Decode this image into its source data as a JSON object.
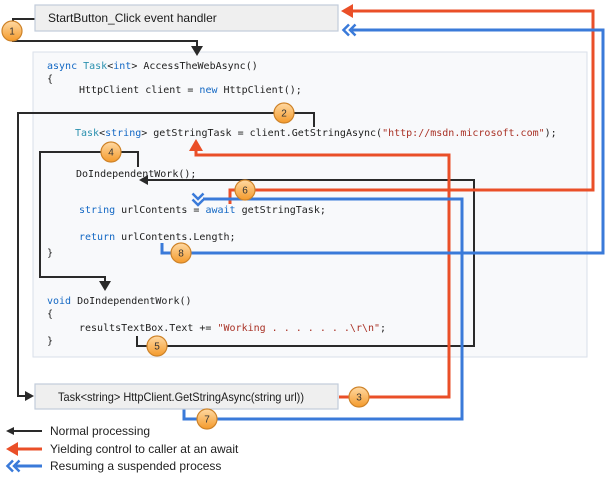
{
  "title": "Control flow in an async program diagram",
  "boxes": {
    "start": {
      "label": "StartButton_Click event handler"
    },
    "getstring": {
      "label": "Task<string> HttpClient.GetStringAsync(string url))"
    }
  },
  "steps": [
    "1",
    "2",
    "3",
    "4",
    "5",
    "6",
    "7",
    "8"
  ],
  "code": {
    "lines": [
      {
        "tokens": [
          {
            "t": "async ",
            "c": "kw"
          },
          {
            "t": "Task",
            "c": "ty"
          },
          {
            "t": "<",
            "c": "pl"
          },
          {
            "t": "int",
            "c": "kw"
          },
          {
            "t": "> AccessTheWebAsync()",
            "c": "pl"
          }
        ]
      },
      {
        "tokens": [
          {
            "t": "{",
            "c": "pl"
          }
        ]
      },
      {
        "tokens": [
          {
            "t": "HttpClient client = ",
            "c": "pl"
          },
          {
            "t": "new",
            "c": "kw"
          },
          {
            "t": " HttpClient();",
            "c": "pl"
          }
        ]
      },
      {
        "tokens": [
          {
            "t": "Task",
            "c": "ty"
          },
          {
            "t": "<",
            "c": "pl"
          },
          {
            "t": "string",
            "c": "kw"
          },
          {
            "t": "> getStringTask = client.GetStringAsync(",
            "c": "pl"
          },
          {
            "t": "\"http://msdn.microsoft.com\"",
            "c": "st"
          },
          {
            "t": ");",
            "c": "pl"
          }
        ]
      },
      {
        "tokens": [
          {
            "t": "DoIndependentWork();",
            "c": "pl"
          }
        ]
      },
      {
        "tokens": [
          {
            "t": "string",
            "c": "kw"
          },
          {
            "t": " urlContents = ",
            "c": "pl"
          },
          {
            "t": "await",
            "c": "kw"
          },
          {
            "t": " getStringTask;",
            "c": "pl"
          }
        ]
      },
      {
        "tokens": [
          {
            "t": "return",
            "c": "kw"
          },
          {
            "t": " urlContents.Length;",
            "c": "pl"
          }
        ]
      },
      {
        "tokens": [
          {
            "t": "}",
            "c": "pl"
          }
        ]
      },
      {
        "tokens": [
          {
            "t": "void",
            "c": "kw"
          },
          {
            "t": " DoIndependentWork()",
            "c": "pl"
          }
        ]
      },
      {
        "tokens": [
          {
            "t": "{",
            "c": "pl"
          }
        ]
      },
      {
        "tokens": [
          {
            "t": "resultsTextBox.Text += ",
            "c": "pl"
          },
          {
            "t": "\"Working . . . . . . .\\r\\n\"",
            "c": "st"
          },
          {
            "t": ";",
            "c": "pl"
          }
        ]
      },
      {
        "tokens": [
          {
            "t": "}",
            "c": "pl"
          }
        ]
      }
    ]
  },
  "legend": {
    "items": [
      {
        "label": "Normal processing"
      },
      {
        "label": "Yielding control to caller at an await"
      },
      {
        "label": "Resuming a suspended process"
      }
    ]
  },
  "palette": {
    "flow_normal": "#2A2A2A",
    "flow_yield": "#EA4F28",
    "flow_resume": "#3A7AD9",
    "code_keyword": "#1368C4",
    "code_type": "#2B91AF",
    "code_string": "#A93226",
    "badge_fill": "#F49A2B",
    "badge_border": "#CE8329",
    "box_fill": "#EFEFEF",
    "box_border": "#C2CCDA"
  }
}
